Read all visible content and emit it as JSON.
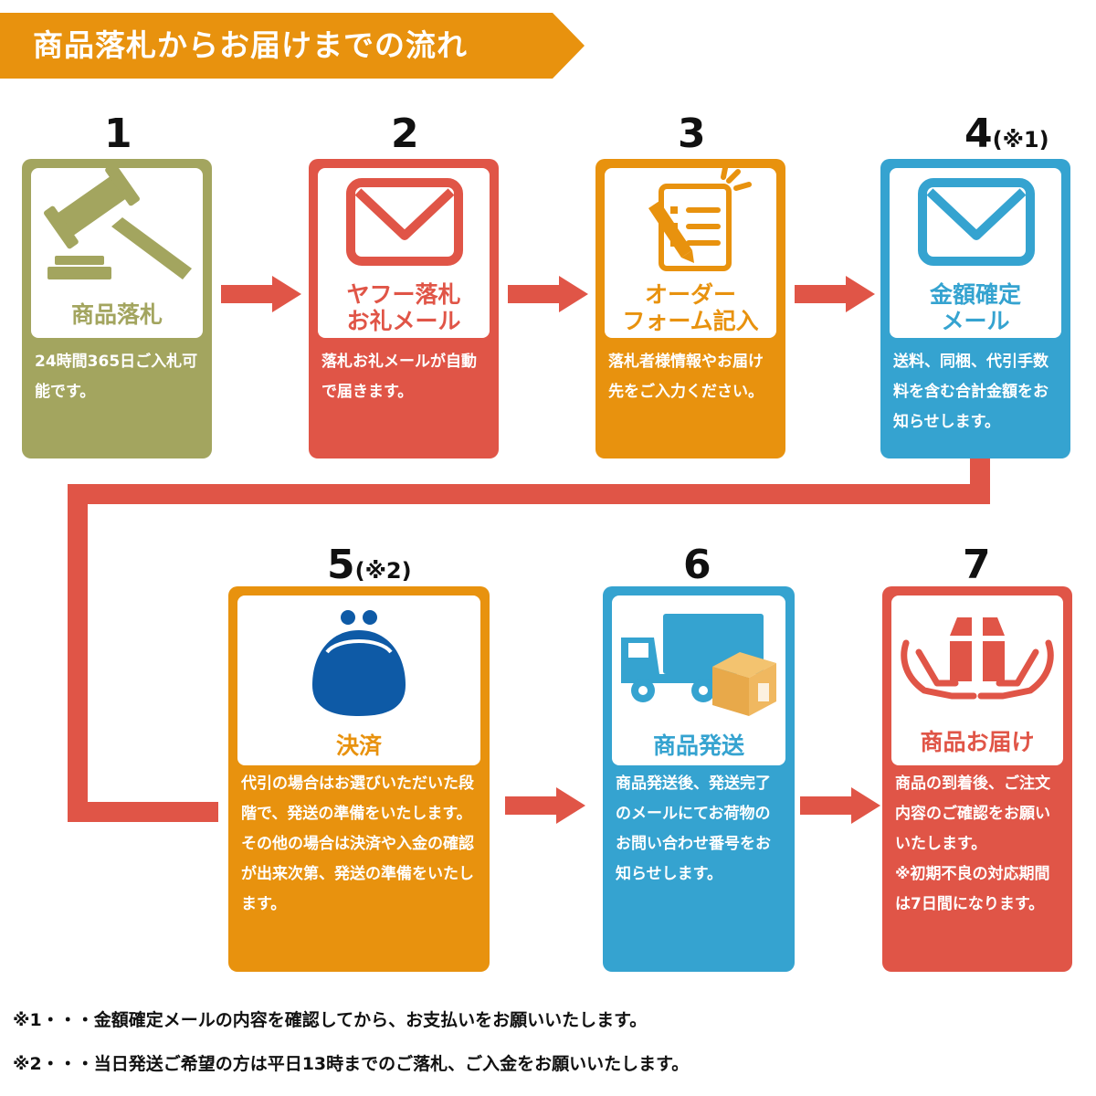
{
  "header": {
    "title": "商品落札からお届けまでの流れ"
  },
  "colors": {
    "banner": "#E8920E",
    "olive": "#A3A55F",
    "red": "#E05547",
    "orange": "#E8920E",
    "blue": "#35A3D0",
    "navy": "#0E5AA6",
    "line": "#E05547"
  },
  "steps": [
    {
      "number": "1",
      "note": "",
      "title": "商品落札",
      "desc": "24時間365日ご入札可能です。",
      "icon": "gavel-icon"
    },
    {
      "number": "2",
      "note": "",
      "title": "ヤフー落札\nお礼メール",
      "desc": "落札お礼メールが自動で届きます。",
      "icon": "envelope-icon"
    },
    {
      "number": "3",
      "note": "",
      "title": "オーダー\nフォーム記入",
      "desc": "落札者様情報やお届け先をご入力ください。",
      "icon": "order-form-icon"
    },
    {
      "number": "4",
      "note": "(※1)",
      "title": "金額確定\nメール",
      "desc": "送料、同梱、代引手数料を含む合計金額をお知らせします。",
      "icon": "envelope-icon"
    },
    {
      "number": "5",
      "note": "(※2)",
      "title": "決済",
      "desc": "代引の場合はお選びいただいた段階で、発送の準備をいたします。\nその他の場合は決済や入金の確認が出来次第、発送の準備をいたします。",
      "icon": "coin-purse-icon"
    },
    {
      "number": "6",
      "note": "",
      "title": "商品発送",
      "desc": "商品発送後、発送完了のメールにてお荷物のお問い合わせ番号をお知らせします。",
      "icon": "delivery-truck-icon"
    },
    {
      "number": "7",
      "note": "",
      "title": "商品お届け",
      "desc": "商品の到着後、ご注文内容のご確認をお願いいたします。\n※初期不良の対応期間は7日間になります。",
      "icon": "package-hands-icon"
    }
  ],
  "footnotes": [
    "※1・・・金額確定メールの内容を確認してから、お支払いをお願いいたします。",
    "※2・・・当日発送ご希望の方は平日13時までのご落札、ご入金をお願いいたします。"
  ]
}
